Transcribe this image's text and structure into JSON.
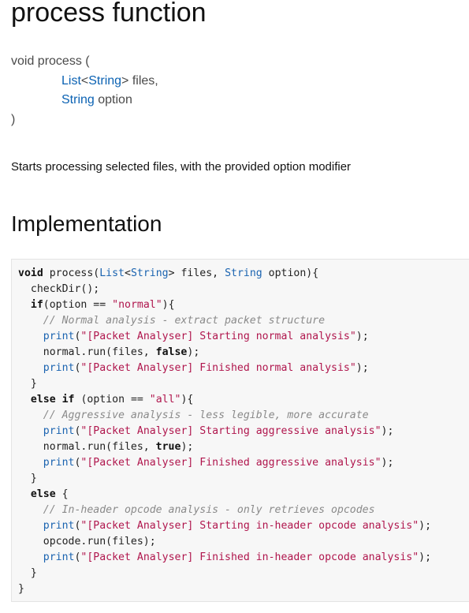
{
  "header": {
    "title": "process function"
  },
  "signature": {
    "open": "void process (",
    "params": [
      {
        "type": "List",
        "lt": "<",
        "type_arg": "String",
        "gt": ">",
        "name": " files,",
        "link": true
      },
      {
        "type": "String",
        "name": " option",
        "link": true
      }
    ],
    "close": ")"
  },
  "description": "Starts processing selected files, with the provided option modifier",
  "implementation": {
    "heading": "Implementation",
    "code_lines": [
      [
        [
          "kw",
          "void"
        ],
        [
          "p",
          " process("
        ],
        [
          "ty",
          "List"
        ],
        [
          "p",
          "<"
        ],
        [
          "ty",
          "String"
        ],
        [
          "p",
          "> files, "
        ],
        [
          "ty",
          "String"
        ],
        [
          "p",
          " option){"
        ]
      ],
      [
        [
          "p",
          "  checkDir();"
        ]
      ],
      [
        [
          "p",
          "  "
        ],
        [
          "kw",
          "if"
        ],
        [
          "p",
          "(option == "
        ],
        [
          "str",
          "\"normal\""
        ],
        [
          "p",
          "){"
        ]
      ],
      [
        [
          "p",
          "    "
        ],
        [
          "cm",
          "// Normal analysis - extract packet structure"
        ]
      ],
      [
        [
          "p",
          "    "
        ],
        [
          "fn",
          "print"
        ],
        [
          "p",
          "("
        ],
        [
          "str",
          "\"[Packet Analyser] Starting normal analysis\""
        ],
        [
          "p",
          ");"
        ]
      ],
      [
        [
          "p",
          "    normal.run(files, "
        ],
        [
          "kw",
          "false"
        ],
        [
          "p",
          ");"
        ]
      ],
      [
        [
          "p",
          "    "
        ],
        [
          "fn",
          "print"
        ],
        [
          "p",
          "("
        ],
        [
          "str",
          "\"[Packet Analyser] Finished normal analysis\""
        ],
        [
          "p",
          ");"
        ]
      ],
      [
        [
          "p",
          "  }"
        ]
      ],
      [
        [
          "p",
          "  "
        ],
        [
          "kw",
          "else"
        ],
        [
          "p",
          " "
        ],
        [
          "kw",
          "if"
        ],
        [
          "p",
          " (option == "
        ],
        [
          "str",
          "\"all\""
        ],
        [
          "p",
          "){"
        ]
      ],
      [
        [
          "p",
          "    "
        ],
        [
          "cm",
          "// Aggressive analysis - less legible, more accurate"
        ]
      ],
      [
        [
          "p",
          "    "
        ],
        [
          "fn",
          "print"
        ],
        [
          "p",
          "("
        ],
        [
          "str",
          "\"[Packet Analyser] Starting aggressive analysis\""
        ],
        [
          "p",
          ");"
        ]
      ],
      [
        [
          "p",
          "    normal.run(files, "
        ],
        [
          "kw",
          "true"
        ],
        [
          "p",
          ");"
        ]
      ],
      [
        [
          "p",
          "    "
        ],
        [
          "fn",
          "print"
        ],
        [
          "p",
          "("
        ],
        [
          "str",
          "\"[Packet Analyser] Finished aggressive analysis\""
        ],
        [
          "p",
          ");"
        ]
      ],
      [
        [
          "p",
          "  }"
        ]
      ],
      [
        [
          "p",
          "  "
        ],
        [
          "kw",
          "else"
        ],
        [
          "p",
          " {"
        ]
      ],
      [
        [
          "p",
          "    "
        ],
        [
          "cm",
          "// In-header opcode analysis - only retrieves opcodes"
        ]
      ],
      [
        [
          "p",
          "    "
        ],
        [
          "fn",
          "print"
        ],
        [
          "p",
          "("
        ],
        [
          "str",
          "\"[Packet Analyser] Starting in-header opcode analysis\""
        ],
        [
          "p",
          ");"
        ]
      ],
      [
        [
          "p",
          "    opcode.run(files);"
        ]
      ],
      [
        [
          "p",
          "    "
        ],
        [
          "fn",
          "print"
        ],
        [
          "p",
          "("
        ],
        [
          "str",
          "\"[Packet Analyser] Finished in-header opcode analysis\""
        ],
        [
          "p",
          ");"
        ]
      ],
      [
        [
          "p",
          "  }"
        ]
      ],
      [
        [
          "p",
          "}"
        ]
      ]
    ]
  }
}
